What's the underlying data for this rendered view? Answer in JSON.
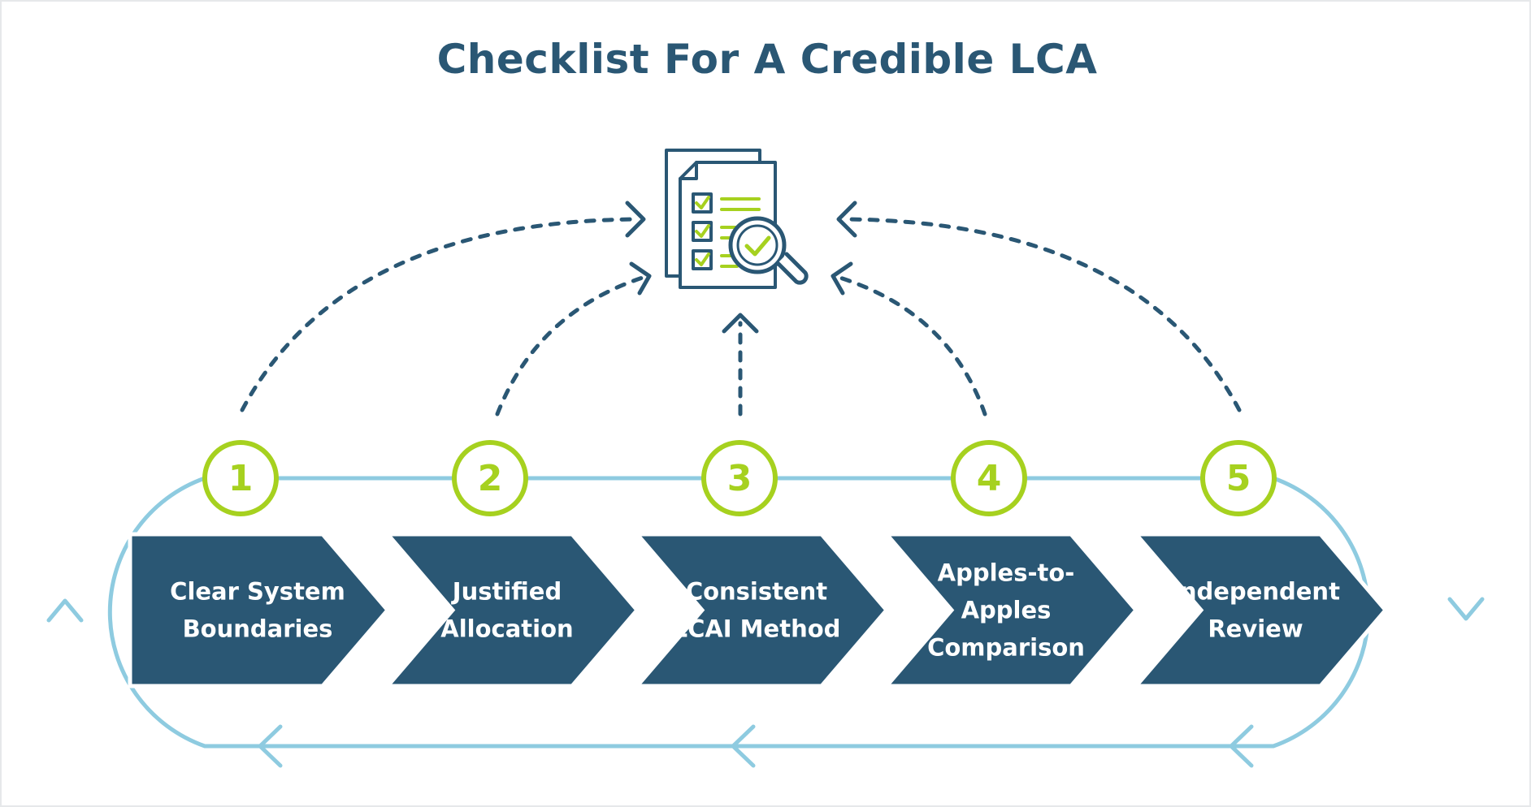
{
  "title": "Checklist For A Credible LCA",
  "colors": {
    "title": "#2a5774",
    "chevron_fill": "#2a5774",
    "lime": "#a6d11f",
    "loop_line": "#8ecbe0",
    "dashed_arrow": "#2a5774",
    "white": "#ffffff"
  },
  "steps": [
    {
      "number": "1",
      "label_lines": [
        "Clear System",
        "Boundaries"
      ]
    },
    {
      "number": "2",
      "label_lines": [
        "Justified",
        "Allocation"
      ]
    },
    {
      "number": "3",
      "label_lines": [
        "Consistent",
        "LCAI Method"
      ]
    },
    {
      "number": "4",
      "label_lines": [
        "Apples-to-",
        "Apples",
        "Comparison"
      ]
    },
    {
      "number": "5",
      "label_lines": [
        "Independent",
        "Review"
      ]
    }
  ],
  "icons": {
    "center": "checklist-document-magnifier-icon"
  }
}
